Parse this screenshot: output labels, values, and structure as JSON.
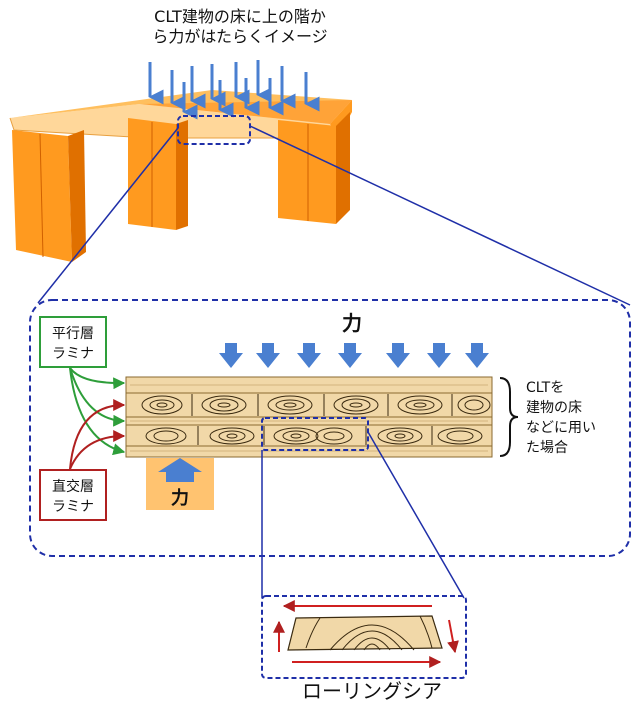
{
  "title": {
    "line1": "CLT建物の床に上の階か",
    "line2": "ら力がはたらくイメージ"
  },
  "labels": {
    "force_top": "力",
    "force_bottom": "力",
    "parallel_layer_line1": "平行層",
    "parallel_layer_line2": "ラミナ",
    "cross_layer_line1": "直交層",
    "cross_layer_line2": "ラミナ",
    "usage_line1": "CLTを",
    "usage_line2": "建物の床",
    "usage_line3": "などに用い",
    "usage_line4": "た場合",
    "rolling_shear": "ローリングシア"
  },
  "colors": {
    "orange": "#ff9a1f",
    "orange_dark": "#e07000",
    "orange_top": "#ffb84d",
    "arrow_blue": "#4a7fd0",
    "dashed_blue": "#1f2fa8",
    "green": "#2e9e3a",
    "red": "#b02020",
    "wood": "#f1d8a8",
    "grain": "#3a2a10"
  }
}
